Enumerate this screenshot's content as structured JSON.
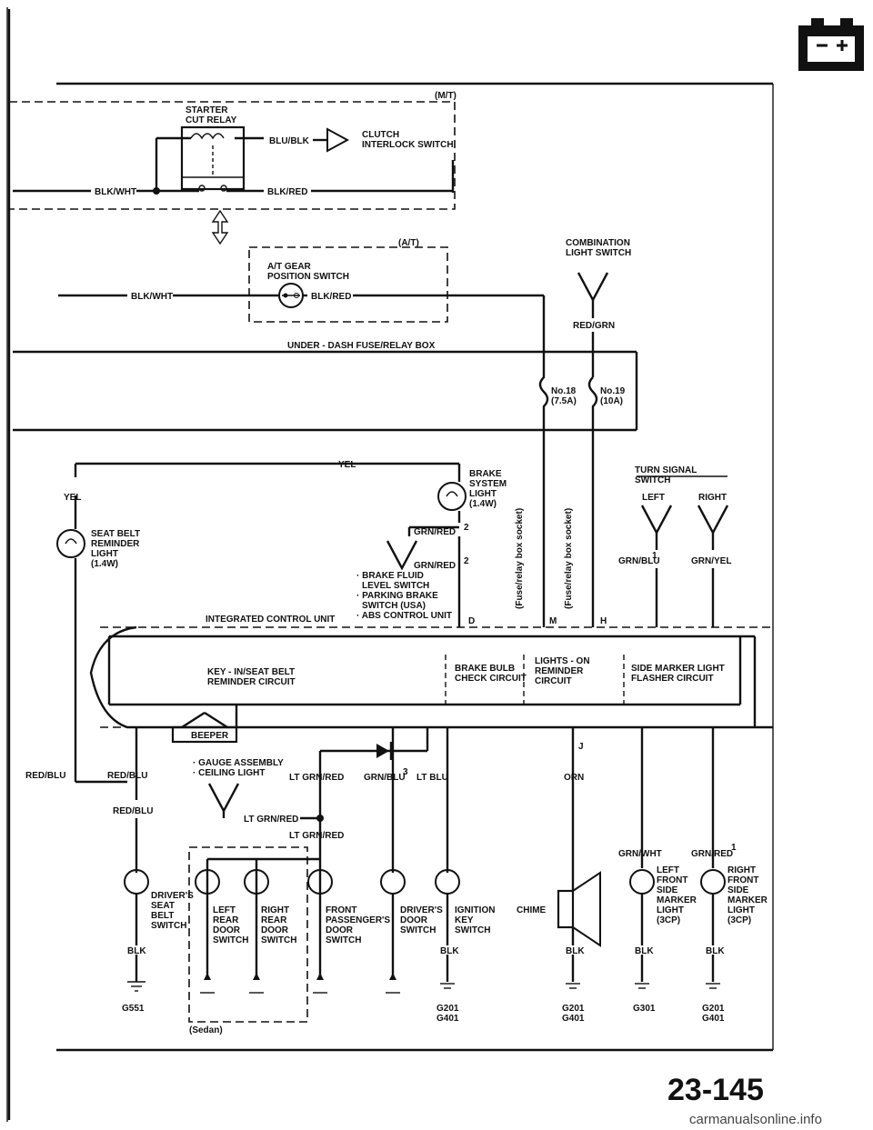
{
  "page_number": "23-145",
  "watermark": "carmanualsonline.info",
  "battery_icon": "battery-icon",
  "mt_tag": "(M/T)",
  "at_tag": "(A/T)",
  "starter": {
    "title": "STARTER",
    "subtitle": "CUT RELAY"
  },
  "clutch": {
    "line1": "CLUTCH",
    "line2": "INTERLOCK SWITCH"
  },
  "at_gear": {
    "line1": "A/T GEAR",
    "line2": "POSITION SWITCH"
  },
  "combination_switch": {
    "line1": "COMBINATION",
    "line2": "LIGHT SWITCH"
  },
  "underdash_box": "UNDER - DASH FUSE/RELAY BOX",
  "fuses": [
    {
      "num": "No.18",
      "amp": "(7.5A)"
    },
    {
      "num": "No.19",
      "amp": "(10A)"
    }
  ],
  "brake_light": {
    "line1": "BRAKE",
    "line2": "SYSTEM",
    "line3": "LIGHT",
    "line4": "(1.4W)"
  },
  "turn_signal": {
    "line1": "TURN SIGNAL",
    "line2": "SWITCH",
    "left": "LEFT",
    "right": "RIGHT"
  },
  "seat_belt_light": {
    "line1": "SEAT BELT",
    "line2": "REMINDER",
    "line3": "LIGHT",
    "line4": "(1.4W)"
  },
  "brake_items": [
    "· BRAKE FLUID",
    "LEVEL SWITCH",
    "· PARKING BRAKE",
    "SWITCH (USA)",
    "· ABS CONTROL UNIT"
  ],
  "fuse_box_socket": "(Fuse/relay box socket)",
  "icu": "INTEGRATED CONTROL UNIT",
  "terminals": {
    "d": "D",
    "m": "M",
    "h": "H",
    "j": "J"
  },
  "circuits": {
    "key": [
      "KEY - IN/SEAT BELT",
      "REMINDER CIRCUIT"
    ],
    "brake_bulb": [
      "BRAKE BULB",
      "CHECK CIRCUIT"
    ],
    "lights_on": [
      "LIGHTS - ON",
      "REMINDER",
      "CIRCUIT"
    ],
    "side_marker": [
      "SIDE MARKER LIGHT",
      "FLASHER CIRCUIT"
    ]
  },
  "beeper": "BEEPER",
  "gauge": {
    "line1": "· GAUGE ASSEMBLY",
    "line2": "· CEILING LIGHT"
  },
  "wires": {
    "blu_blk": "BLU/BLK",
    "blk_wht_1": "BLK/WHT",
    "blk_red_1": "BLK/RED",
    "blk_wht_2": "BLK/WHT",
    "blk_red_2": "BLK/RED",
    "red_grn": "RED/GRN",
    "yel_top": "YEL",
    "yel_left": "YEL",
    "grn_red_1": "GRN/RED",
    "grn_red_2": "GRN/RED",
    "grn_blu_1": "GRN/BLU",
    "grn_yel": "GRN/YEL",
    "red_blu_1": "RED/BLU",
    "red_blu_2": "RED/BLU",
    "red_blu_3": "RED/BLU",
    "lt_grn_red_1": "LT GRN/RED",
    "lt_grn_red_2": "LT GRN/RED",
    "lt_grn_red_3": "LT GRN/RED",
    "grn_blu_3": "GRN/BLU",
    "lt_blu": "LT BLU",
    "orn": "ORN",
    "grn_wht": "GRN/WHT",
    "grn_red_3": "GRN/RED",
    "blk_1": "BLK",
    "blk_2": "BLK",
    "blk_3": "BLK",
    "blk_4": "BLK",
    "blk_5": "BLK"
  },
  "superscripts": {
    "one": "1",
    "two": "2",
    "three": "3"
  },
  "components": {
    "driver_seat_belt": [
      "DRIVER'S",
      "SEAT",
      "BELT",
      "SWITCH"
    ],
    "left_rear_door": [
      "LEFT",
      "REAR",
      "DOOR",
      "SWITCH"
    ],
    "right_rear_door": [
      "RIGHT",
      "REAR",
      "DOOR",
      "SWITCH"
    ],
    "front_passenger_door": [
      "FRONT",
      "PASSENGER'S",
      "DOOR",
      "SWITCH"
    ],
    "driver_door": [
      "DRIVER'S",
      "DOOR",
      "SWITCH"
    ],
    "ignition_key": [
      "IGNITION",
      "KEY",
      "SWITCH"
    ],
    "chime": "CHIME",
    "left_side_marker": [
      "LEFT",
      "FRONT",
      "SIDE",
      "MARKER",
      "LIGHT",
      "(3CP)"
    ],
    "right_side_marker": [
      "RIGHT",
      "FRONT",
      "SIDE",
      "MARKER",
      "LIGHT",
      "(3CP)"
    ]
  },
  "sedan": "(Sedan)",
  "grounds": {
    "g551": "G551",
    "g201_a": "G201",
    "g401_a": "G401",
    "g201_b": "G201",
    "g401_b": "G401",
    "g301": "G301",
    "g201_c": "G201",
    "g401_c": "G401"
  }
}
